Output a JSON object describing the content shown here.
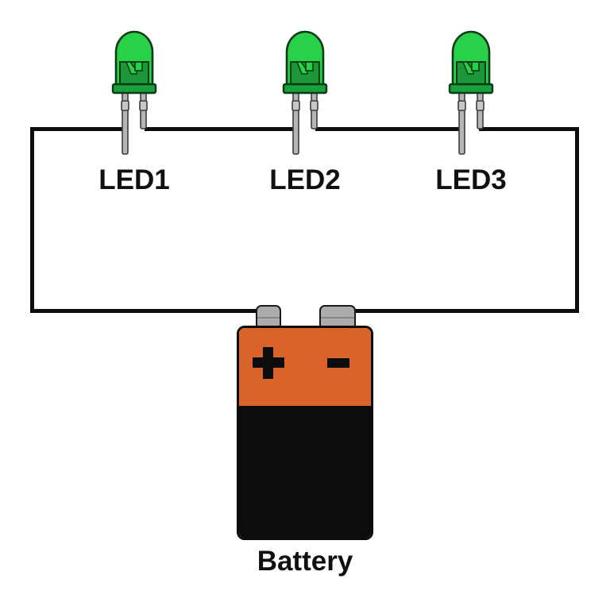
{
  "components": {
    "leds": [
      {
        "name": "led-1",
        "label": "LED1"
      },
      {
        "name": "led-2",
        "label": "LED2"
      },
      {
        "name": "led-3",
        "label": "LED3"
      }
    ],
    "battery": {
      "name": "battery",
      "label": "Battery",
      "positive_symbol": "+",
      "negative_symbol": "-"
    }
  },
  "colors": {
    "background": "#FFFFFF",
    "wire-black": "#0D0D0D",
    "label-ink": "#101010",
    "led-green": "#29D148",
    "led-dark-green": "#1B9638",
    "led-flange-green": "#17A03C",
    "ink-green": "#0B3B16",
    "lead-gray": "#B5B5B5",
    "collar-gray": "#C7C7C7",
    "lead-outline": "#3C3C3C",
    "battery-orange": "#D96328",
    "battery-black": "#0C0C0C",
    "terminal-gray": "#ACACAC",
    "terminal-outline": "#1B1B1B"
  }
}
